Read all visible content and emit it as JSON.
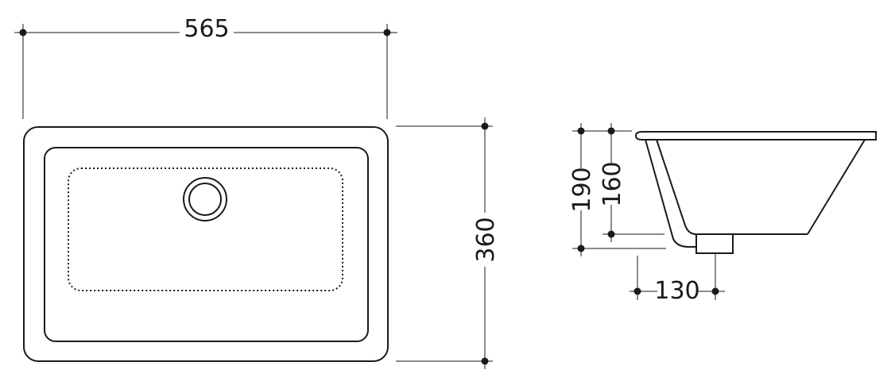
{
  "dimensions": {
    "width": "565",
    "height": "360",
    "total_depth": "190",
    "inner_depth": "160",
    "drain_offset": "130"
  },
  "colors": {
    "line": "#1a1a1a",
    "background": "#ffffff"
  }
}
